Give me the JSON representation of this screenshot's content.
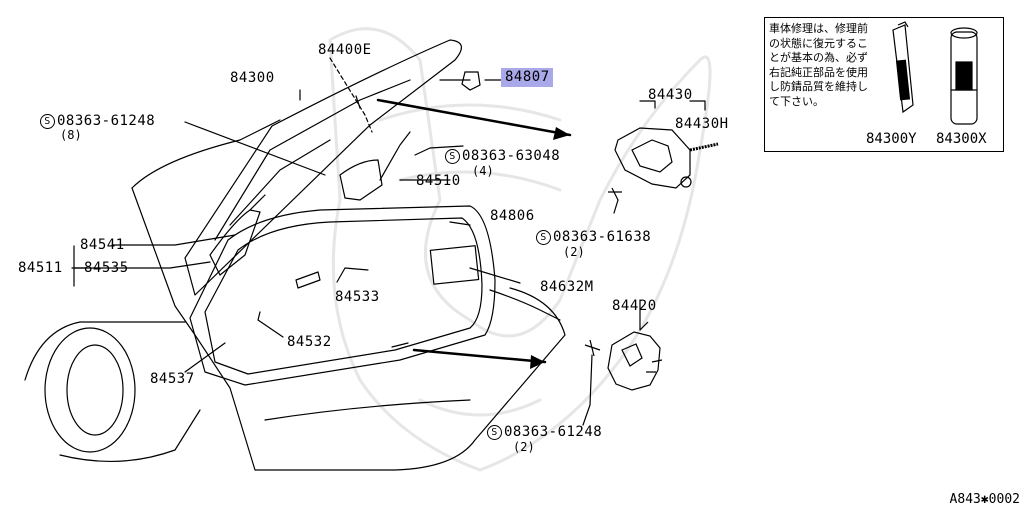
{
  "highlight_color": "#a9a9ea",
  "parts": {
    "p84400E": "84400E",
    "p84300": "84300",
    "p84807": "84807",
    "bolt_a": "08363-61248",
    "bolt_a_qty": "(8)",
    "p84430": "84430",
    "p84430H": "84430H",
    "bolt_b": "08363-63048",
    "bolt_b_qty": "(4)",
    "p84510": "84510",
    "p84806": "84806",
    "p84541": "84541",
    "p84511": "84511",
    "p84535": "84535",
    "bolt_c": "08363-61638",
    "bolt_c_qty": "(2)",
    "p84533": "84533",
    "p84632M": "84632M",
    "p84420": "84420",
    "p84532": "84532",
    "p84537": "84537",
    "bolt_d": "08363-61248",
    "bolt_d_qty": "(2)"
  },
  "screw_symbol": "S",
  "note": {
    "text": "車体修理は、修理前の状態に復元することが基本の為、必ず右記純正部品を使用し防錆品質を維持して下さい。",
    "item_1": "84300Y",
    "item_2": "84300X"
  },
  "drawing_code": "A843✱0002"
}
